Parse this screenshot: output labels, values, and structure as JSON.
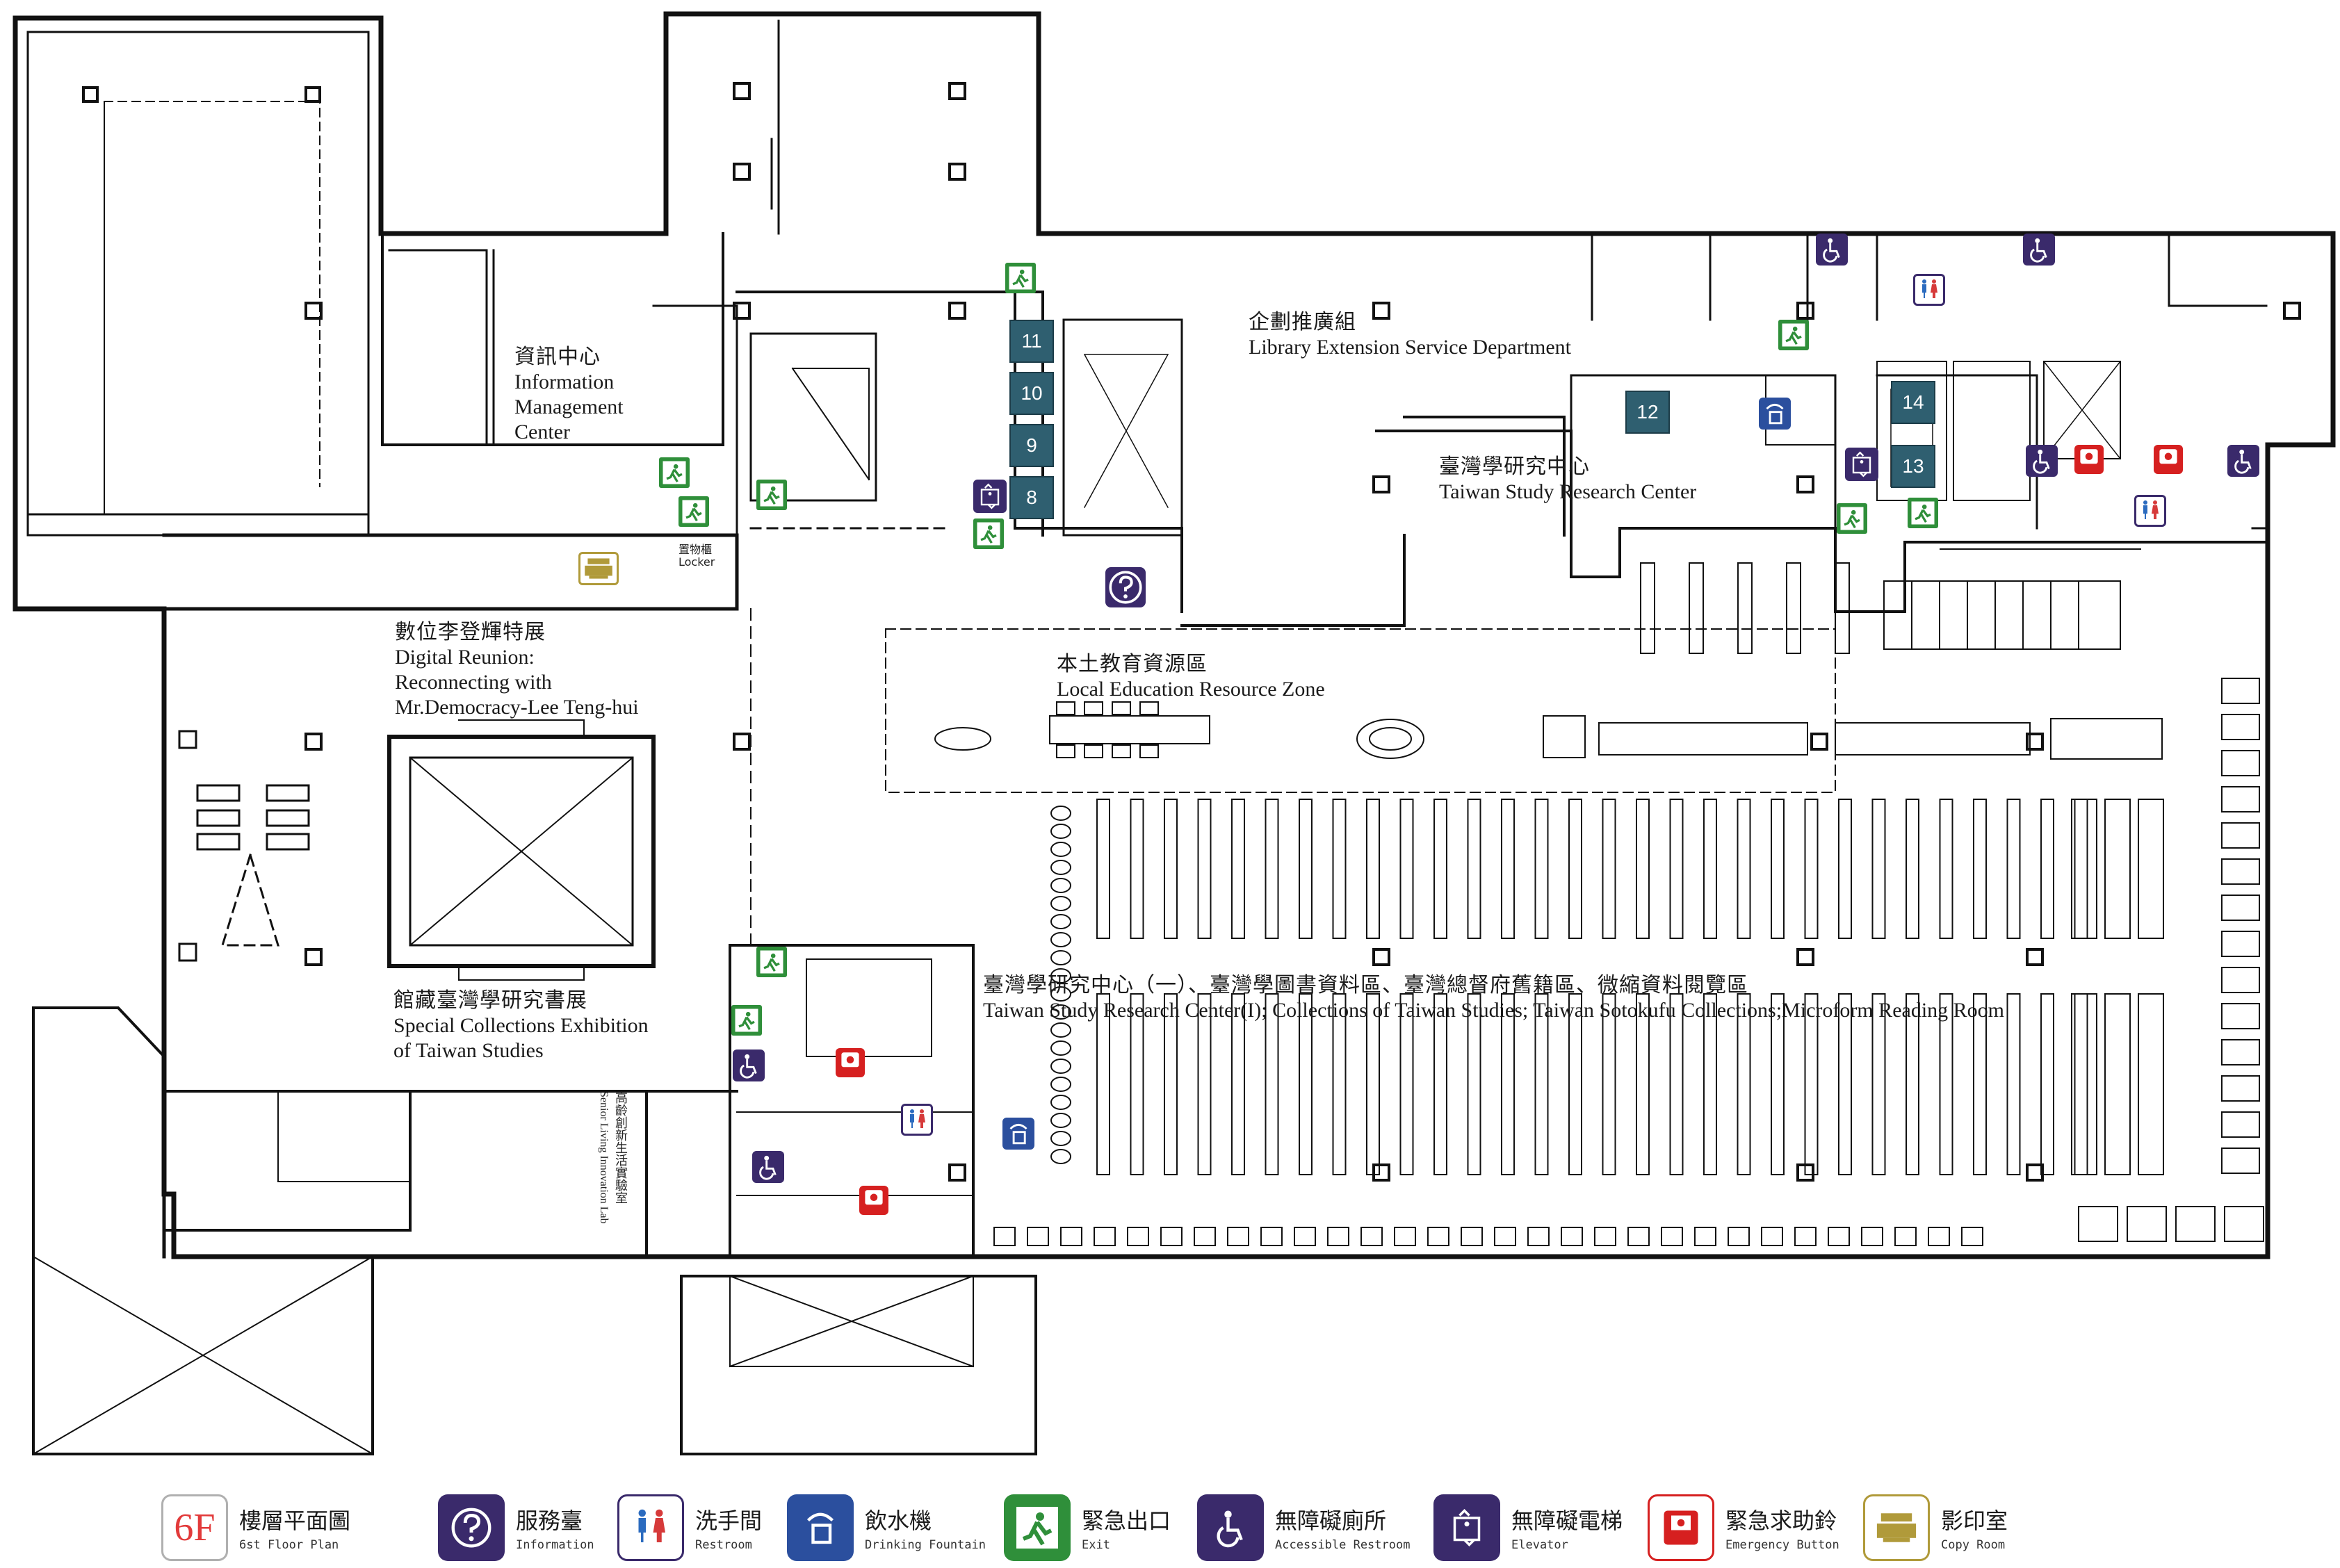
{
  "areas": {
    "info_center": {
      "zh": "資訊中心",
      "en1": "Information",
      "en2": "Management",
      "en3": "Center"
    },
    "extension": {
      "zh": "企劃推廣組",
      "en": "Library Extension Service Department"
    },
    "taiwan_study_center": {
      "zh": "臺灣學研究中心",
      "en": "Taiwan Study Research Center"
    },
    "digital_reunion": {
      "zh": "數位李登輝特展",
      "en1": "Digital Reunion:",
      "en2": "Reconnecting with",
      "en3": "Mr.Democracy-Lee Teng-hui"
    },
    "local_education": {
      "zh": "本土教育資源區",
      "en": "Local Education Resource Zone"
    },
    "special_collections": {
      "zh": "館藏臺灣學研究書展",
      "en1": "Special Collections Exhibition",
      "en2": "of Taiwan Studies"
    },
    "reading_room": {
      "zh": "臺灣學研究中心（一）、臺灣學圖書資料區、臺灣總督府舊籍區、微縮資料閱覽區",
      "en": "Taiwan Study Research Center(I); Collections of Taiwan Studies; Taiwan Sotokufu Collections;Microform Reading Room"
    },
    "senior_lab": {
      "zh": "高齡創新生活實驗室",
      "en": "Senior Living Innovation Lab"
    },
    "locker": {
      "zh": "置物櫃",
      "en": "Locker"
    }
  },
  "elevators": [
    "11",
    "10",
    "9",
    "8",
    "12",
    "14",
    "13"
  ],
  "legend": {
    "floor": {
      "badge": "6F",
      "zh": "樓層平面圖",
      "en": "6st Floor Plan"
    },
    "items": [
      {
        "icon": "information-icon",
        "zh": "服務臺",
        "en": "Information"
      },
      {
        "icon": "restroom-icon",
        "zh": "洗手間",
        "en": "Restroom"
      },
      {
        "icon": "drinking-fountain-icon",
        "zh": "飲水機",
        "en": "Drinking Fountain"
      },
      {
        "icon": "exit-icon",
        "zh": "緊急出口",
        "en": "Exit"
      },
      {
        "icon": "accessible-restroom-icon",
        "zh": "無障礙廁所",
        "en": "Accessible Restroom"
      },
      {
        "icon": "elevator-icon",
        "zh": "無障礙電梯",
        "en": "Elevator"
      },
      {
        "icon": "emergency-button-icon",
        "zh": "緊急求助鈴",
        "en": "Emergency Button"
      },
      {
        "icon": "copy-room-icon",
        "zh": "影印室",
        "en": "Copy Room"
      }
    ]
  },
  "colors": {
    "exit": "#2f8f3a",
    "accessible": "#3a2a6b",
    "drinking": "#2b4f9e",
    "emergency": "#d62020",
    "copy": "#b09a3a",
    "elevator_car": "#2f5f70",
    "floor_badge": "#e23a3a"
  }
}
